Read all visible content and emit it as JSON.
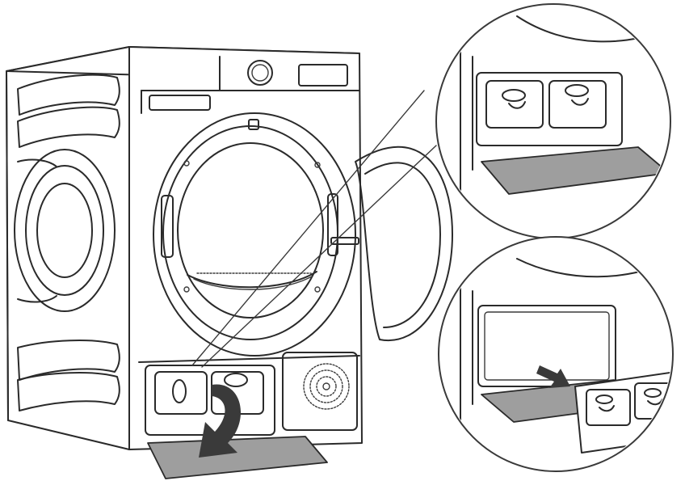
{
  "figure": {
    "colors": {
      "line": "#2a2a2a",
      "flap_fill": "#9e9e9e",
      "arrow_fill": "#3a3a3a",
      "background": "#ffffff"
    },
    "icons": [
      "dryer",
      "condenser-flap",
      "curved-arrow",
      "straight-arrow",
      "water-tank"
    ]
  }
}
